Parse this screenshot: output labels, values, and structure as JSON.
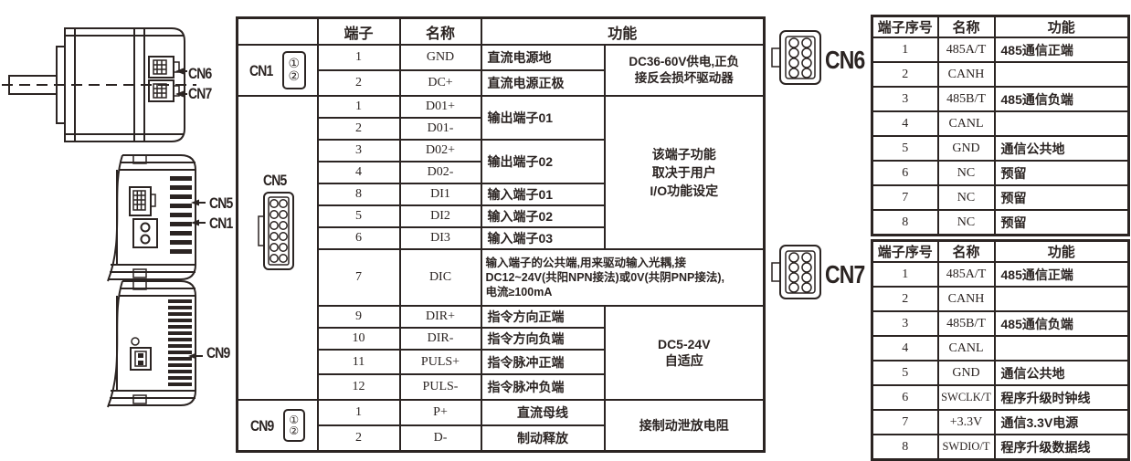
{
  "drawings": {
    "rear_view": {
      "cn6_label": "CN6",
      "cn7_label": "CN7"
    },
    "side_view": {
      "cn5_label": "CN5",
      "cn1_label": "CN1"
    },
    "bottom_view": {
      "cn9_label": "CN9"
    }
  },
  "main_table": {
    "headers": {
      "terminal": "端子",
      "name": "名称",
      "function": "功能"
    },
    "cn1": {
      "label": "CN1",
      "icon_pins": [
        "①",
        "②"
      ],
      "rows": [
        {
          "terminal": "1",
          "name": "GND",
          "function": "直流电源地"
        },
        {
          "terminal": "2",
          "name": "DC+",
          "function": "直流电源正极"
        }
      ],
      "function_note": "DC36-60V供电,正负\n接反会损坏驱动器"
    },
    "cn5": {
      "label": "CN5",
      "rows": [
        {
          "terminal": "1",
          "name": "D01+"
        },
        {
          "terminal": "2",
          "name": "D01-"
        },
        {
          "terminal": "3",
          "name": "D02+"
        },
        {
          "terminal": "4",
          "name": "D02-"
        },
        {
          "terminal": "8",
          "name": "DI1",
          "function": "输入端子01"
        },
        {
          "terminal": "5",
          "name": "DI2",
          "function": "输入端子02"
        },
        {
          "terminal": "6",
          "name": "DI3",
          "function": "输入端子03"
        },
        {
          "terminal": "7",
          "name": "DIC",
          "function": "输入端子的公共端,用来驱动输入光耦,接\nDC12~24V(共阳NPN接法)或0V(共阴PNP接法),\n电流≥100mA"
        },
        {
          "terminal": "9",
          "name": "DIR+",
          "function": "指令方向正端"
        },
        {
          "terminal": "10",
          "name": "DIR-",
          "function": "指令方向负端"
        },
        {
          "terminal": "11",
          "name": "PULS+",
          "function": "指令脉冲正端"
        },
        {
          "terminal": "12",
          "name": "PULS-",
          "function": "指令脉冲负端"
        }
      ],
      "output1_note": "输出端子01",
      "output2_note": "输出端子02",
      "io_note": "该端子功能\n取决于用户\nI/O功能设定",
      "pulse_note": "DC5-24V\n自适应"
    },
    "cn9": {
      "label": "CN9",
      "icon_pins": [
        "①",
        "②"
      ],
      "rows": [
        {
          "terminal": "1",
          "name": "P+",
          "function": "直流母线"
        },
        {
          "terminal": "2",
          "name": "D-",
          "function": "制动释放"
        }
      ],
      "function_note": "接制动泄放电阻"
    }
  },
  "cn6_table": {
    "label": "CN6",
    "headers": {
      "index": "端子序号",
      "name": "名称",
      "function": "功能"
    },
    "rows": [
      {
        "index": "1",
        "name": "485A/T",
        "function": "485通信正端"
      },
      {
        "index": "2",
        "name": "CANH",
        "function": ""
      },
      {
        "index": "3",
        "name": "485B/T",
        "function": "485通信负端"
      },
      {
        "index": "4",
        "name": "CANL",
        "function": ""
      },
      {
        "index": "5",
        "name": "GND",
        "function": "通信公共地"
      },
      {
        "index": "6",
        "name": "NC",
        "function": "预留"
      },
      {
        "index": "7",
        "name": "NC",
        "function": "预留"
      },
      {
        "index": "8",
        "name": "NC",
        "function": "预留"
      }
    ]
  },
  "cn7_table": {
    "label": "CN7",
    "headers": {
      "index": "端子序号",
      "name": "名称",
      "function": "功能"
    },
    "rows": [
      {
        "index": "1",
        "name": "485A/T",
        "function": "485通信正端"
      },
      {
        "index": "2",
        "name": "CANH",
        "function": ""
      },
      {
        "index": "3",
        "name": "485B/T",
        "function": "485通信负端"
      },
      {
        "index": "4",
        "name": "CANL",
        "function": ""
      },
      {
        "index": "5",
        "name": "GND",
        "function": "通信公共地"
      },
      {
        "index": "6",
        "name": "SWCLK/T",
        "function": "程序升级时钟线"
      },
      {
        "index": "7",
        "name": "+3.3V",
        "function": "通信3.3V电源"
      },
      {
        "index": "8",
        "name": "SWDIO/T",
        "function": "程序升级数据线"
      }
    ]
  }
}
